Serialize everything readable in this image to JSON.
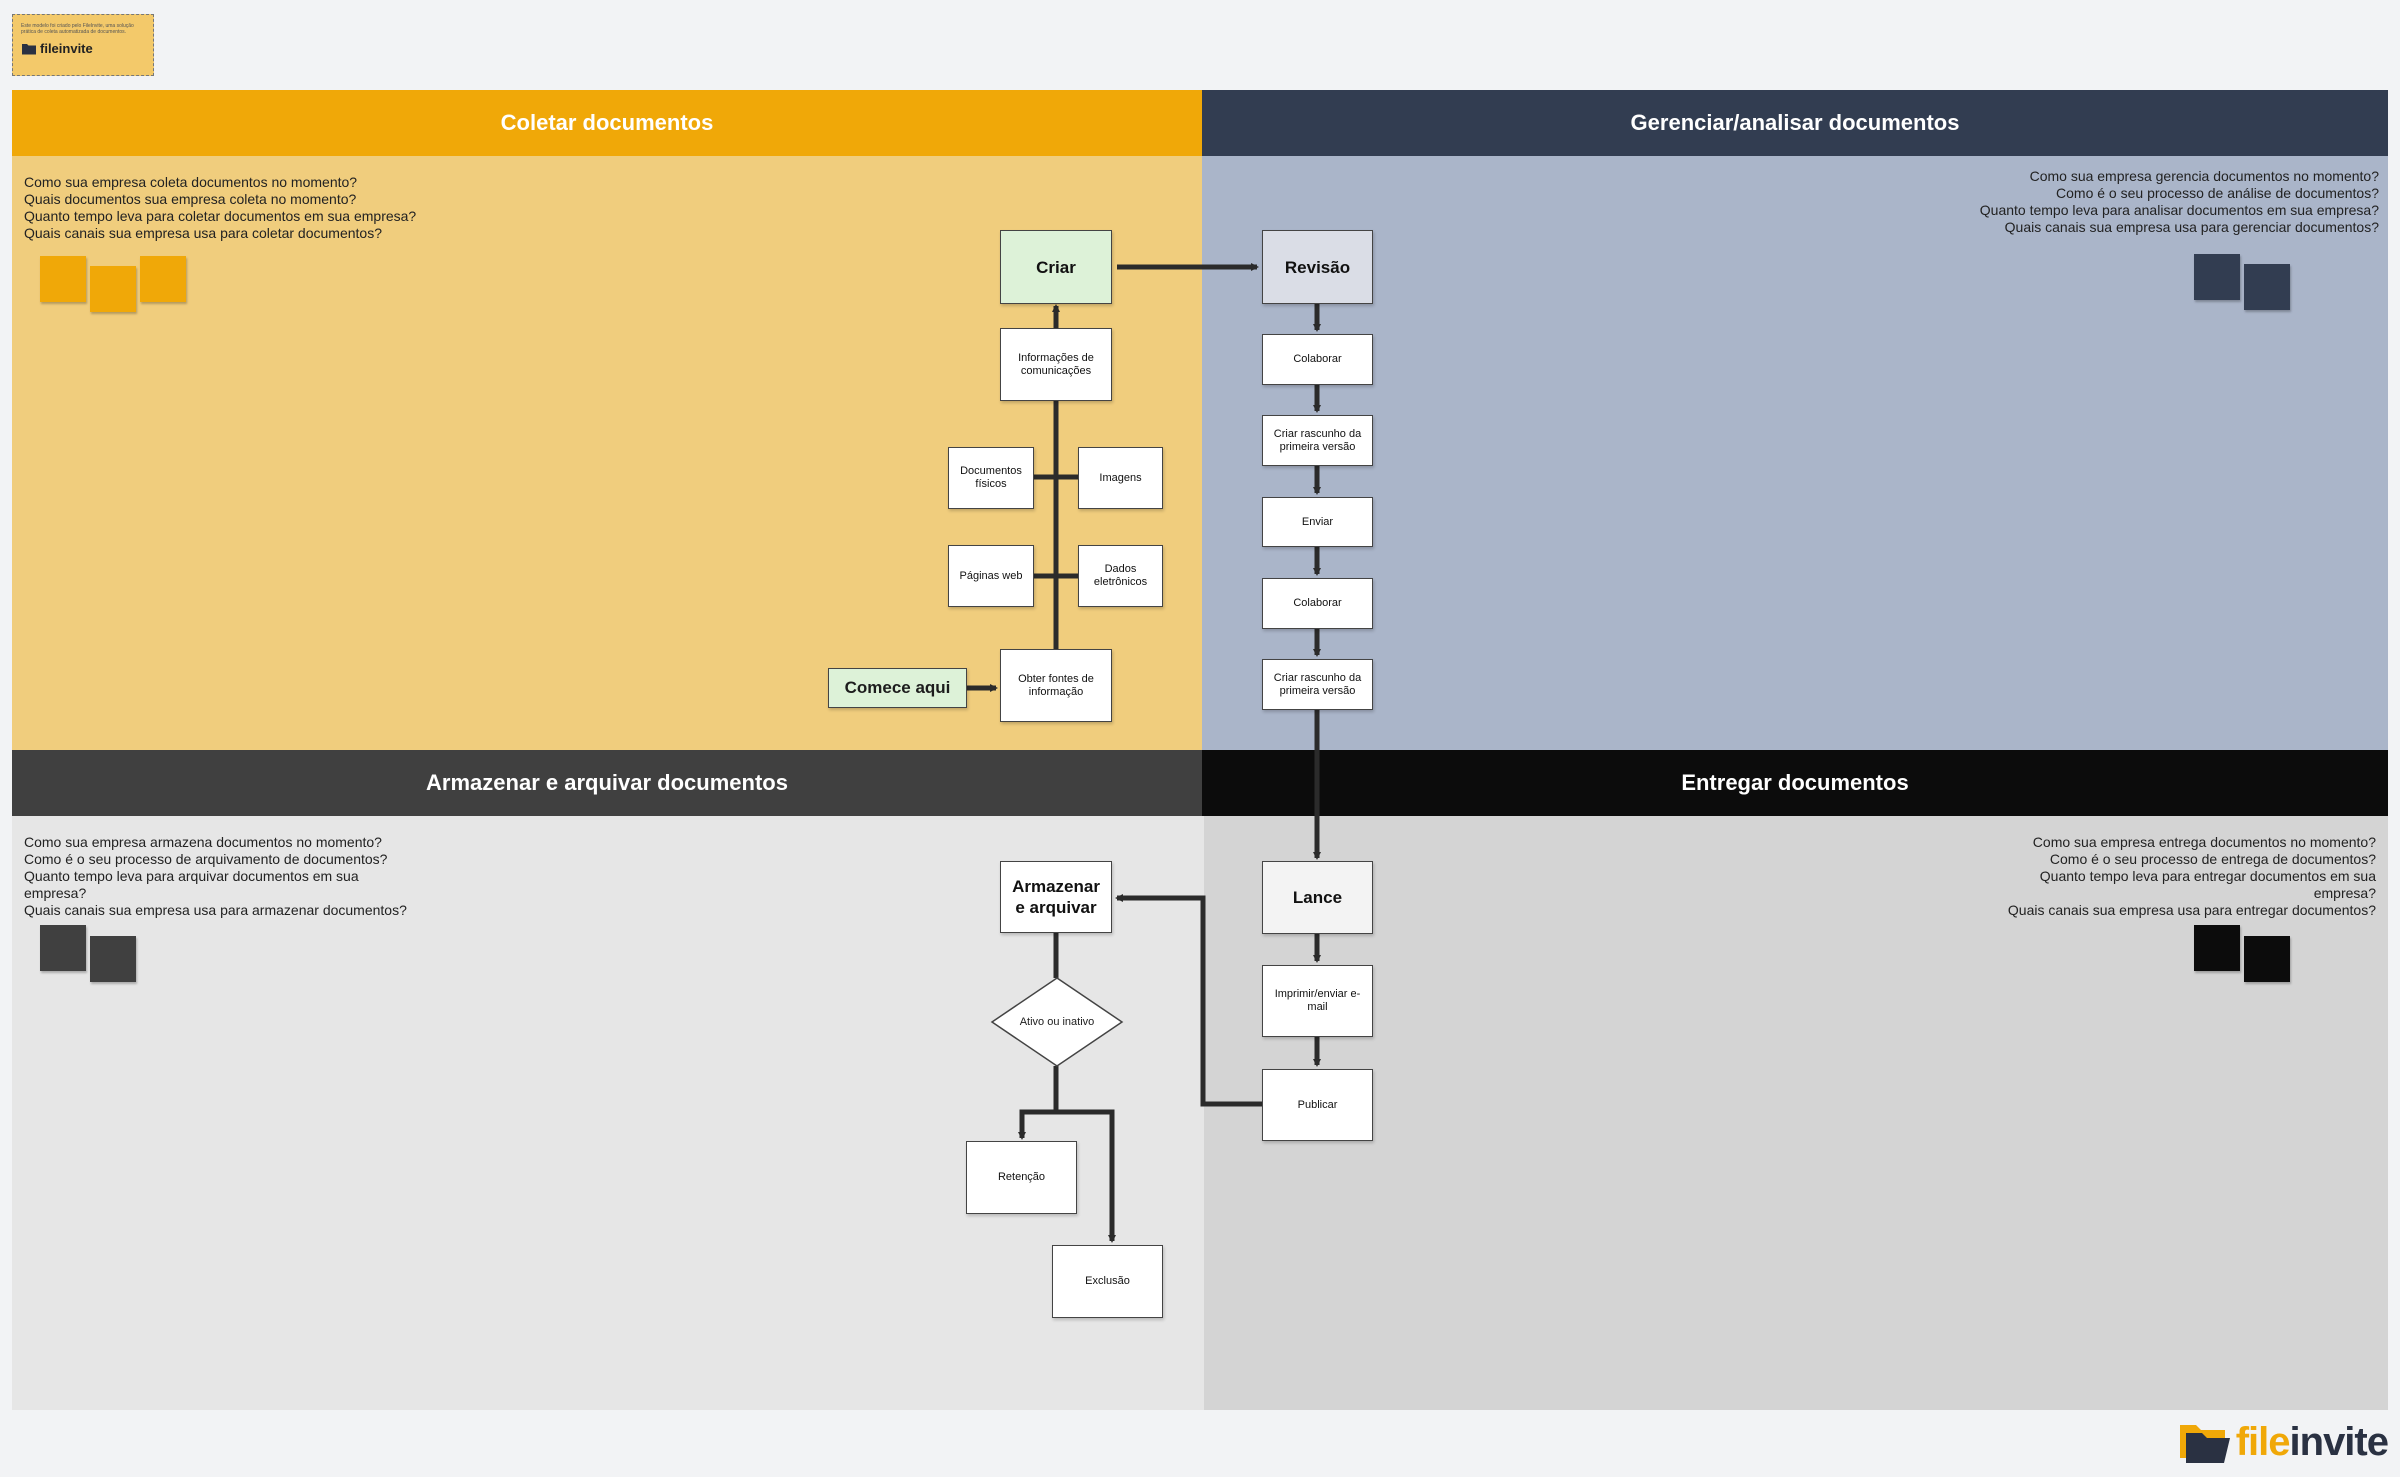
{
  "note": {
    "text": "Este modelo foi criado pelo FileInvite, uma solução prática de coleta automatizada de documentos.",
    "logo": "fileinvite"
  },
  "quadrants": {
    "collect": {
      "title": "Coletar documentos",
      "questions": [
        "Como sua empresa coleta documentos no momento?",
        "Quais documentos sua empresa coleta no momento?",
        "Quanto tempo leva para coletar documentos em sua empresa?",
        "Quais canais sua empresa usa para coletar documentos?"
      ],
      "header_color": "#f0a808",
      "body_color": "#f0cd7d"
    },
    "manage": {
      "title": "Gerenciar/analisar documentos",
      "questions": [
        "Como sua empresa gerencia documentos no momento?",
        "Como é o seu processo de análise de documentos?",
        "Quanto tempo leva para analisar documentos em sua empresa?",
        "Quais canais sua empresa usa para gerenciar documentos?"
      ],
      "header_color": "#323d51",
      "body_color": "#aab5c9"
    },
    "store": {
      "title": "Armazenar e arquivar documentos",
      "questions": [
        "Como sua empresa armazena documentos no momento?",
        "Como é o seu processo de arquivamento de documentos?",
        "Quanto tempo leva para arquivar documentos em sua",
        "empresa?",
        "Quais canais sua empresa usa para armazenar documentos?"
      ],
      "header_color": "#404040",
      "body_color": "#e6e6e6"
    },
    "deliver": {
      "title": "Entregar documentos",
      "questions": [
        "Como sua empresa entrega documentos no momento?",
        "Como é o seu processo de entrega de documentos?",
        "Quanto tempo leva para entregar documentos em sua",
        "empresa?",
        "Quais canais sua empresa usa para entregar documentos?"
      ],
      "header_color": "#0c0c0c",
      "body_color": "#d4d4d4"
    }
  },
  "flow": {
    "start": "Comece aqui",
    "obter": "Obter fontes de informação",
    "paginas": "Páginas web",
    "dados": "Dados eletrônicos",
    "fisicos": "Documentos físicos",
    "imagens": "Imagens",
    "info": "Informações de comunicações",
    "criar": "Criar",
    "revisao": "Revisão",
    "colaborar1": "Colaborar",
    "rascunho1": "Criar rascunho da primeira versão",
    "enviar": "Enviar",
    "colaborar2": "Colaborar",
    "rascunho2": "Criar rascunho da primeira versão",
    "lance": "Lance",
    "imprimir": "Imprimir/enviar e-mail",
    "publicar": "Publicar",
    "armazenar": "Armazenar e arquivar",
    "ativo": "Ativo ou inativo",
    "retencao": "Retenção",
    "exclusao": "Exclusão"
  },
  "logo": {
    "file": "file",
    "invite": "invite"
  },
  "colors": {
    "sticky_yellow": "#f0a808",
    "sticky_navy": "#323d51",
    "sticky_grey": "#404040",
    "sticky_black": "#0c0c0c",
    "connector": "#2b2b2b"
  }
}
